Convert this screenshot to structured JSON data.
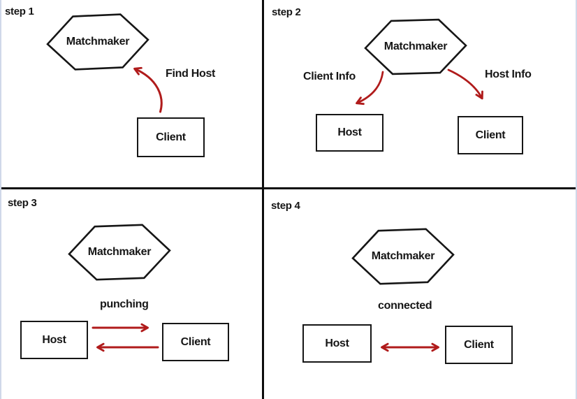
{
  "colors": {
    "arrow": "#b01b1b",
    "shape_stroke": "#161616",
    "divider": "#0d0d0d",
    "background": "#ffffff"
  },
  "steps": [
    {
      "label": "step 1",
      "matchmaker_label": "Matchmaker",
      "nodes": [
        {
          "label": "Client"
        }
      ],
      "edges": [
        {
          "label": "Find Host",
          "from": "Client",
          "to": "Matchmaker",
          "style": "curved"
        }
      ]
    },
    {
      "label": "step 2",
      "matchmaker_label": "Matchmaker",
      "nodes": [
        {
          "label": "Host"
        },
        {
          "label": "Client"
        }
      ],
      "edges": [
        {
          "label": "Client Info",
          "from": "Matchmaker",
          "to": "Host",
          "style": "curved"
        },
        {
          "label": "Host Info",
          "from": "Matchmaker",
          "to": "Client",
          "style": "curved"
        }
      ]
    },
    {
      "label": "step 3",
      "matchmaker_label": "Matchmaker",
      "nodes": [
        {
          "label": "Host"
        },
        {
          "label": "Client"
        }
      ],
      "edges": [
        {
          "label": "punching",
          "from": "Host",
          "to": "Client",
          "style": "straight"
        },
        {
          "label": "",
          "from": "Client",
          "to": "Host",
          "style": "straight"
        }
      ]
    },
    {
      "label": "step 4",
      "matchmaker_label": "Matchmaker",
      "nodes": [
        {
          "label": "Host"
        },
        {
          "label": "Client"
        }
      ],
      "edges": [
        {
          "label": "connected",
          "from": "Host",
          "to": "Client",
          "bidirectional": true,
          "style": "straight"
        }
      ]
    }
  ]
}
